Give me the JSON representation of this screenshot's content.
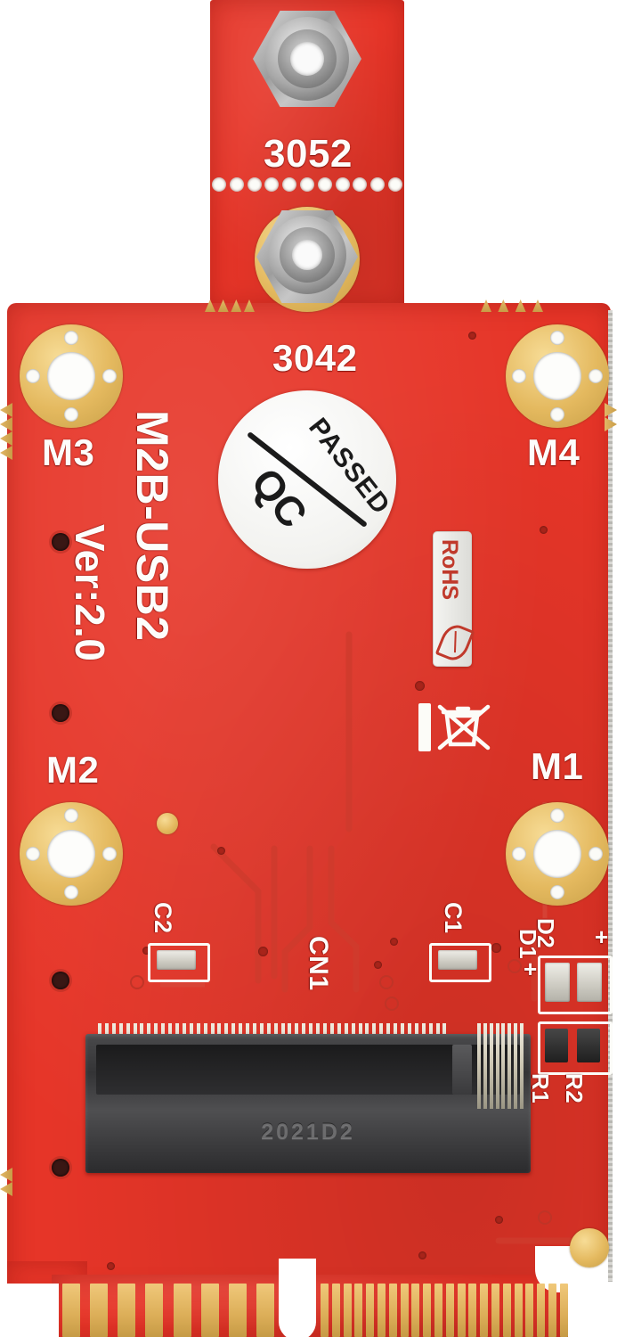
{
  "product": {
    "name": "M2B-USB2",
    "version_label": "Ver:2.0",
    "board_color": "#e63528",
    "gold_color": "#dfae53",
    "silk_color": "#fdfdfb"
  },
  "standoffs": [
    {
      "label": "3052",
      "name": "standoff-3052"
    },
    {
      "label": "3042",
      "name": "standoff-3042"
    }
  ],
  "mount_pads": [
    {
      "label": "M3",
      "name": "mount-pad-m3"
    },
    {
      "label": "M4",
      "name": "mount-pad-m4"
    },
    {
      "label": "M2",
      "name": "mount-pad-m2"
    },
    {
      "label": "M1",
      "name": "mount-pad-m1"
    }
  ],
  "stickers": {
    "qc": {
      "word_top": "PASSED",
      "word_bottom": "QC"
    },
    "rohs": {
      "text": "RoHS",
      "icon": "leaf-icon"
    },
    "weee": {
      "icon": "crossed-out-wheelie-bin-icon"
    }
  },
  "components": [
    {
      "ref": "C2",
      "name": "capacitor-c2"
    },
    {
      "ref": "C1",
      "name": "capacitor-c1"
    },
    {
      "ref": "CN1",
      "name": "connector-cn1"
    },
    {
      "ref": "D1",
      "name": "led-d1"
    },
    {
      "ref": "D2",
      "name": "led-d2"
    },
    {
      "ref": "R1",
      "name": "resistor-r1"
    },
    {
      "ref": "R2",
      "name": "resistor-r2"
    }
  ],
  "polarity_marks": [
    {
      "symbol": "+",
      "name": "polarity-plus-d2"
    },
    {
      "symbol": "+",
      "name": "polarity-plus-d1"
    }
  ],
  "connector": {
    "type": "M.2 B-key socket",
    "date_code": "2021D2",
    "left_pin_count": 50,
    "right_pin_count": 8
  },
  "edge_connector": {
    "left_finger_count": 8,
    "right_finger_count": 22
  },
  "perforation": {
    "hole_count": 11
  }
}
